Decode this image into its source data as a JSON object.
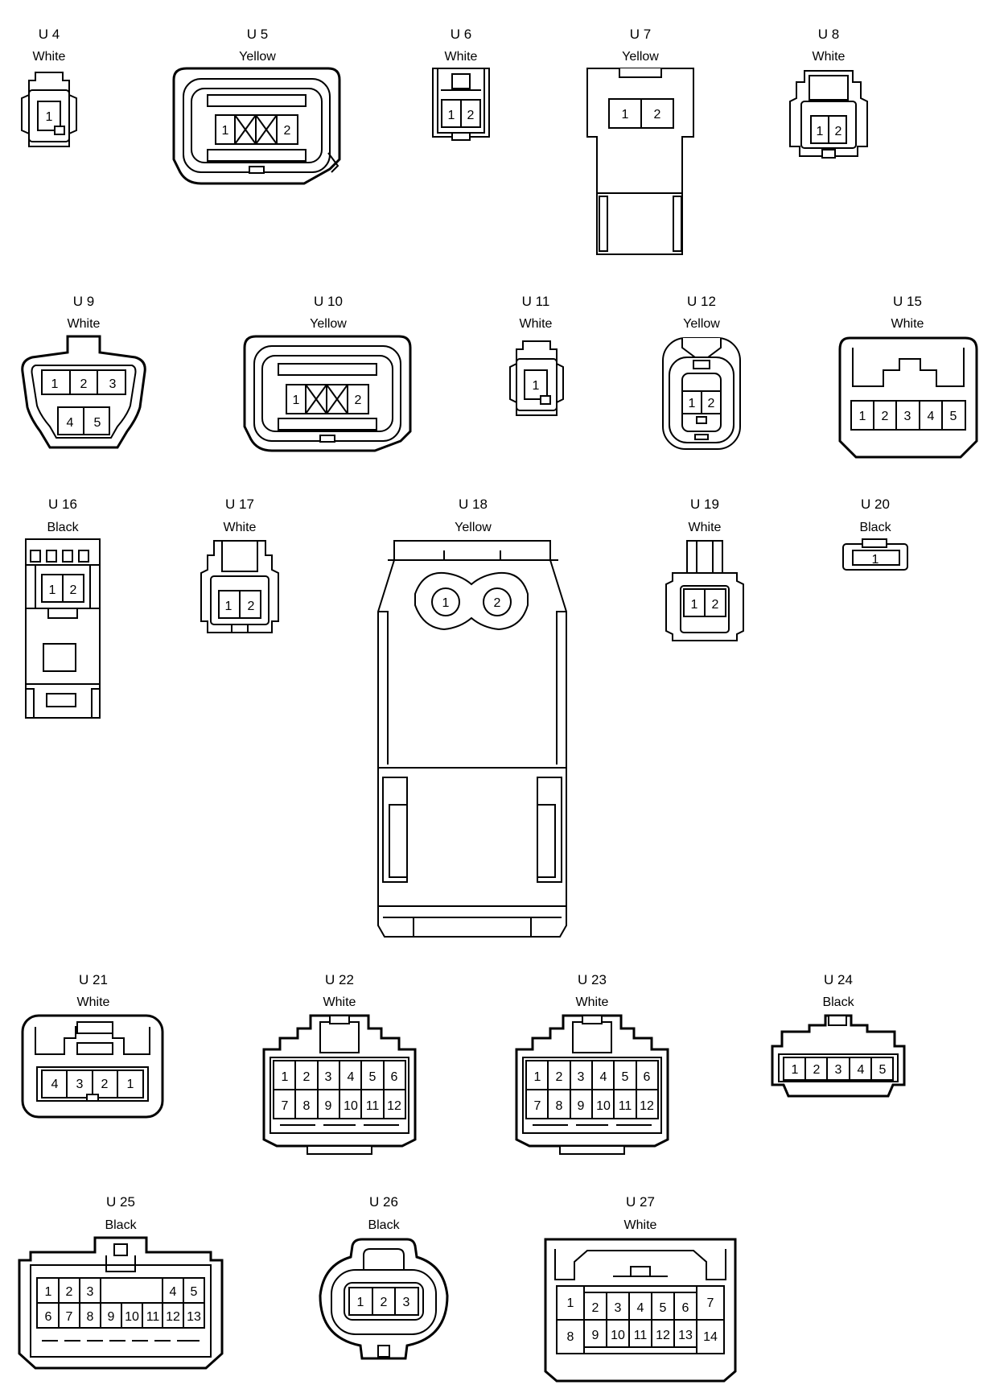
{
  "connectors": [
    {
      "id": "U 4",
      "color": "White",
      "pins": [
        "1"
      ]
    },
    {
      "id": "U 5",
      "color": "Yellow",
      "pins": [
        "1",
        "2"
      ]
    },
    {
      "id": "U 6",
      "color": "White",
      "pins": [
        "1",
        "2"
      ]
    },
    {
      "id": "U 7",
      "color": "Yellow",
      "pins": [
        "1",
        "2"
      ]
    },
    {
      "id": "U 8",
      "color": "White",
      "pins": [
        "1",
        "2"
      ]
    },
    {
      "id": "U 9",
      "color": "White",
      "pins": [
        "1",
        "2",
        "3",
        "4",
        "5"
      ]
    },
    {
      "id": "U 10",
      "color": "Yellow",
      "pins": [
        "1",
        "2"
      ]
    },
    {
      "id": "U 11",
      "color": "White",
      "pins": [
        "1"
      ]
    },
    {
      "id": "U 12",
      "color": "Yellow",
      "pins": [
        "1",
        "2"
      ]
    },
    {
      "id": "U 15",
      "color": "White",
      "pins": [
        "1",
        "2",
        "3",
        "4",
        "5"
      ]
    },
    {
      "id": "U 16",
      "color": "Black",
      "pins": [
        "1",
        "2"
      ]
    },
    {
      "id": "U 17",
      "color": "White",
      "pins": [
        "1",
        "2"
      ]
    },
    {
      "id": "U 18",
      "color": "Yellow",
      "pins": [
        "1",
        "2"
      ]
    },
    {
      "id": "U 19",
      "color": "White",
      "pins": [
        "1",
        "2"
      ]
    },
    {
      "id": "U 20",
      "color": "Black",
      "pins": [
        "1"
      ]
    },
    {
      "id": "U 21",
      "color": "White",
      "pins": [
        "4",
        "3",
        "2",
        "1"
      ]
    },
    {
      "id": "U 22",
      "color": "White",
      "pins": [
        "1",
        "2",
        "3",
        "4",
        "5",
        "6",
        "7",
        "8",
        "9",
        "10",
        "11",
        "12"
      ]
    },
    {
      "id": "U 23",
      "color": "White",
      "pins": [
        "1",
        "2",
        "3",
        "4",
        "5",
        "6",
        "7",
        "8",
        "9",
        "10",
        "11",
        "12"
      ]
    },
    {
      "id": "U 24",
      "color": "Black",
      "pins": [
        "1",
        "2",
        "3",
        "4",
        "5"
      ]
    },
    {
      "id": "U 25",
      "color": "Black",
      "pins": [
        "1",
        "2",
        "3",
        "4",
        "5",
        "6",
        "7",
        "8",
        "9",
        "10",
        "11",
        "12",
        "13"
      ]
    },
    {
      "id": "U 26",
      "color": "Black",
      "pins": [
        "1",
        "2",
        "3"
      ]
    },
    {
      "id": "U 27",
      "color": "White",
      "pins": [
        "1",
        "2",
        "3",
        "4",
        "5",
        "6",
        "7",
        "8",
        "9",
        "10",
        "11",
        "12",
        "13",
        "14"
      ]
    }
  ]
}
